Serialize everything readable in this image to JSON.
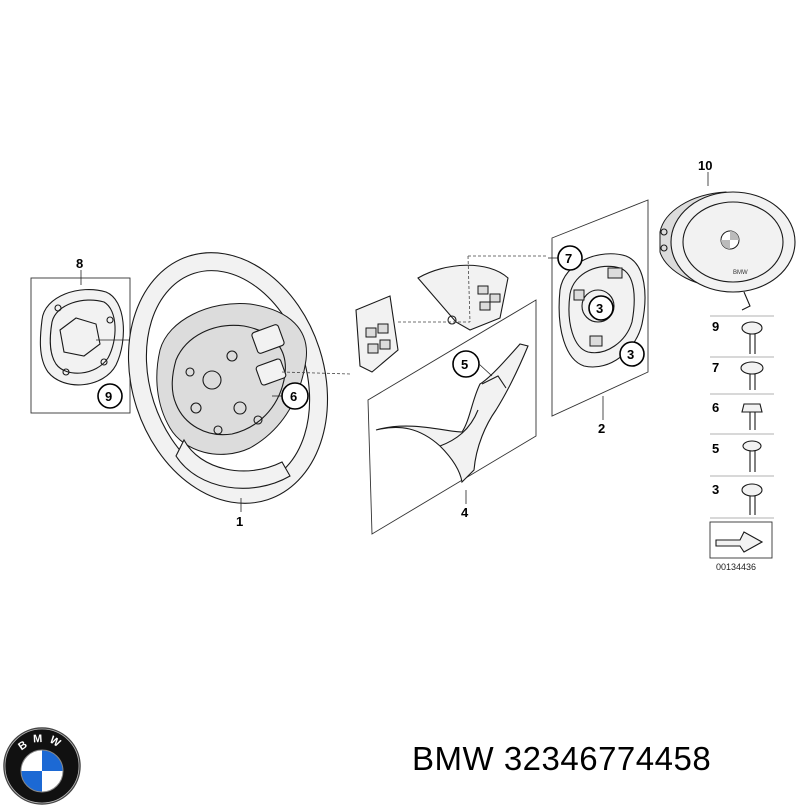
{
  "parts": [
    {
      "number": "1",
      "name": "steering-wheel"
    },
    {
      "number": "2",
      "name": "multifunction-switch-carrier"
    },
    {
      "number": "3",
      "name": "screw"
    },
    {
      "number": "4",
      "name": "trim-cover-set"
    },
    {
      "number": "5",
      "name": "trim-cover"
    },
    {
      "number": "6",
      "name": "screw"
    },
    {
      "number": "7",
      "name": "screw"
    },
    {
      "number": "8",
      "name": "steering-wheel-back-cover"
    },
    {
      "number": "9",
      "name": "screw"
    },
    {
      "number": "10",
      "name": "airbag-module"
    }
  ],
  "labels": {
    "p1": "1",
    "p2": "2",
    "p4": "4",
    "p8": "8",
    "p10": "10",
    "c9": "9",
    "c6": "6",
    "c5": "5",
    "c7": "7",
    "c3a": "3",
    "c3b": "3",
    "fast9": "9",
    "fast7": "7",
    "fast6": "6",
    "fast5": "5",
    "fast3": "3",
    "airbag_badge": "BMW"
  },
  "diagram_ref": "00134436",
  "brand": {
    "logo_letters": "BMW",
    "caption": "BMW 32346774458"
  },
  "colors": {
    "logo_blue": "#1c69d4",
    "logo_ring": "#111111",
    "line": "#1a1a1a"
  }
}
